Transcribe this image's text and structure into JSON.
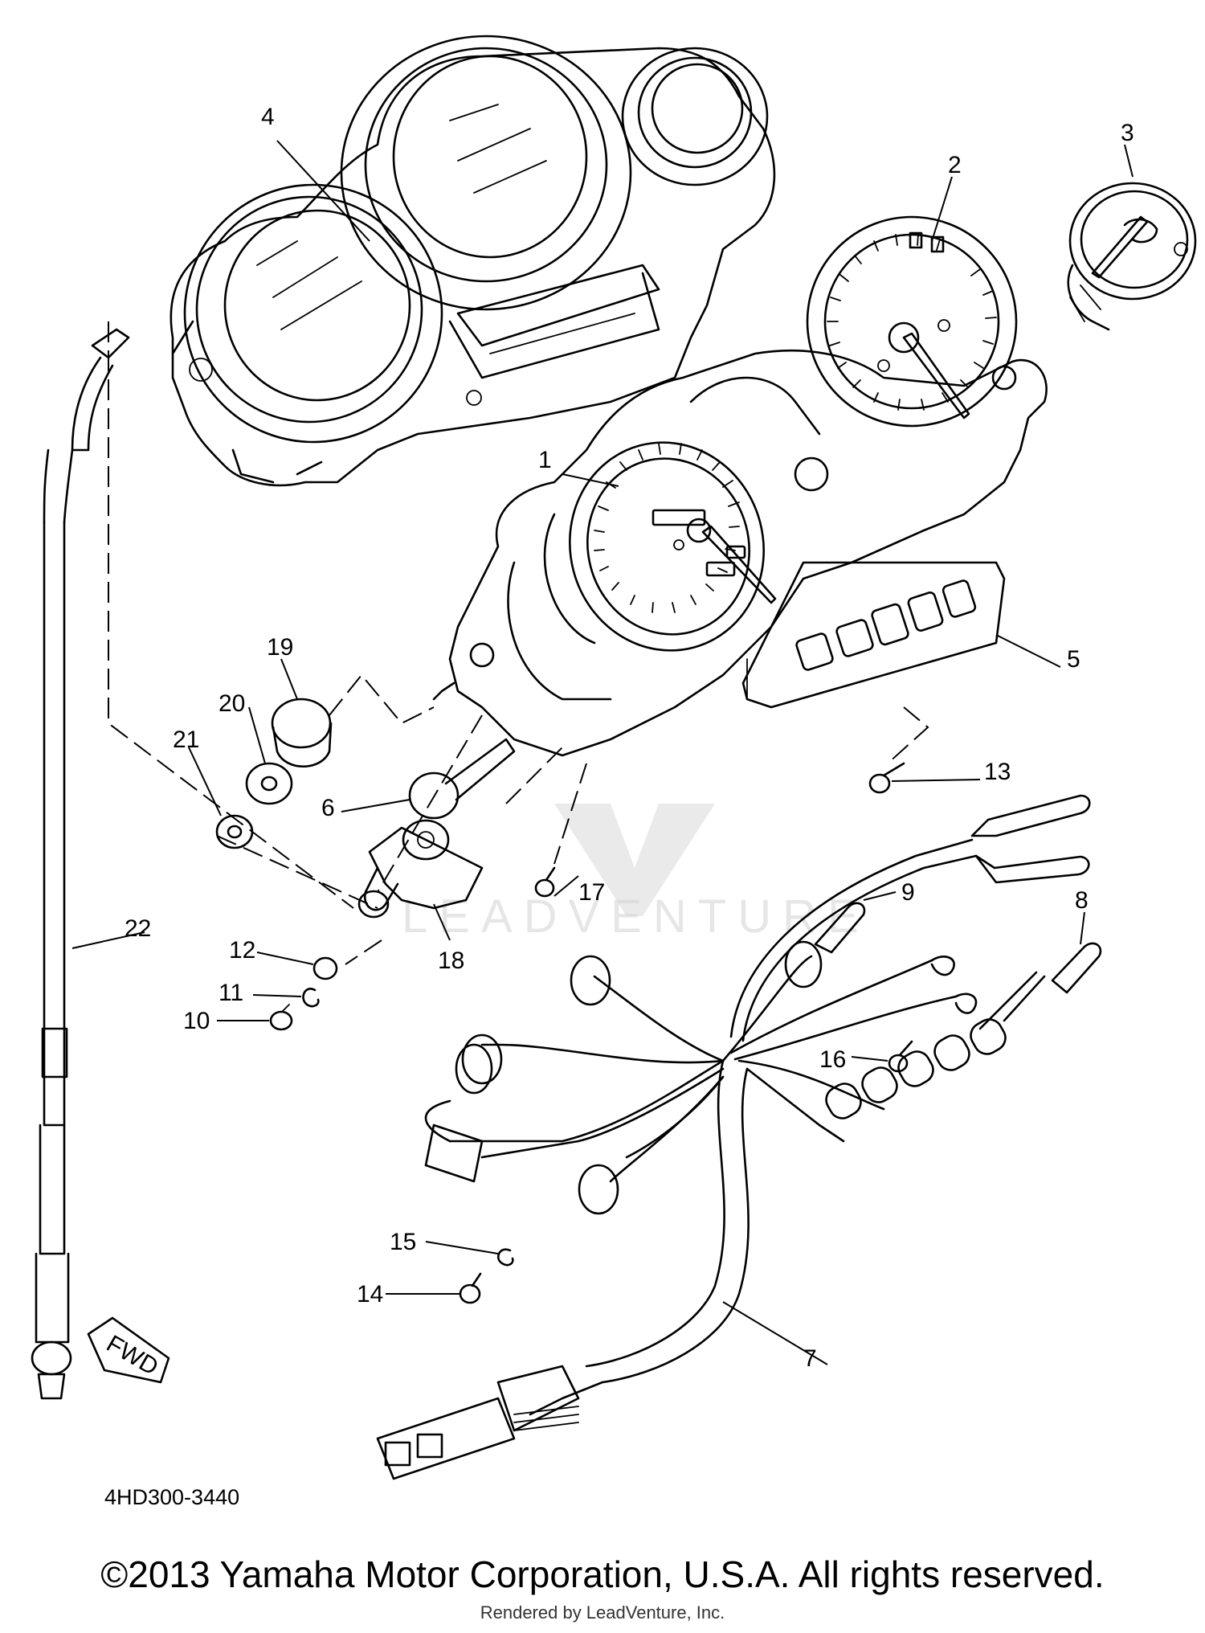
{
  "diagram": {
    "callouts": [
      "1",
      "2",
      "3",
      "4",
      "5",
      "6",
      "7",
      "8",
      "9",
      "10",
      "11",
      "12",
      "13",
      "14",
      "15",
      "16",
      "17",
      "18",
      "19",
      "20",
      "21",
      "22"
    ],
    "fwd_label": "FWD",
    "watermark": "LEADVENTURE",
    "part_code": "4HD300-3440",
    "copyright": "©2013 Yamaha Motor Corporation, U.S.A. All rights reserved.",
    "rendered_by": "Rendered by LeadVenture, Inc."
  }
}
